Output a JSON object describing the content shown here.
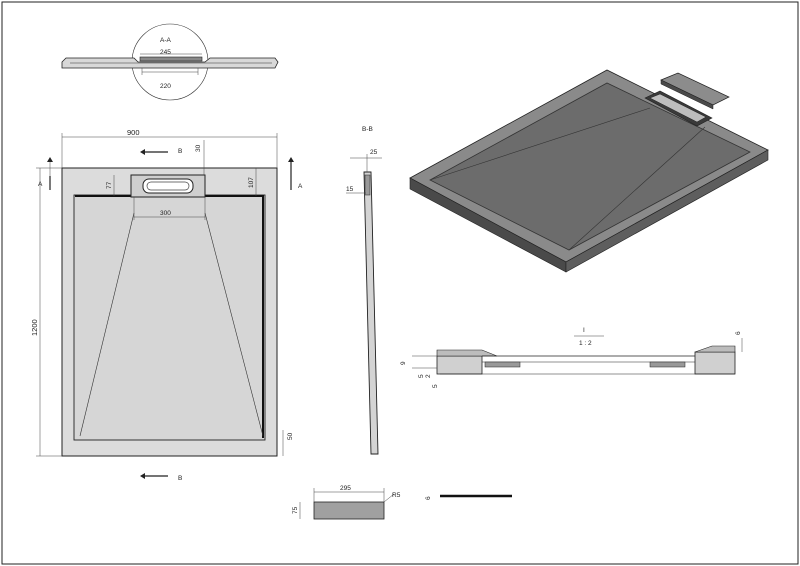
{
  "section_views": {
    "aa_label": "A-A",
    "aa_dim_top": "245",
    "aa_dim_bottom": "220",
    "bb_label": "B-B",
    "bb_dim_top": "25",
    "bb_dim_side": "15"
  },
  "plan": {
    "width": "900",
    "height": "1200",
    "grate_depth": "30",
    "inset_left": "77",
    "inset_right": "107",
    "channel_width": "300",
    "border_bottom": "50",
    "cut_a": "A",
    "cut_b": "B"
  },
  "detail": {
    "scale_top": "I",
    "scale_bottom": "1 : 2",
    "dim_right": "6",
    "dim_a": "9",
    "dim_b": "5",
    "dim_c": "2",
    "dim_d": "5"
  },
  "grate": {
    "length": "295",
    "radius": "R5",
    "height": "75",
    "thickness": "6"
  },
  "colors": {
    "tray_fill": "#dcdcdc",
    "dark_fill": "#545454",
    "frame": "#333333"
  }
}
